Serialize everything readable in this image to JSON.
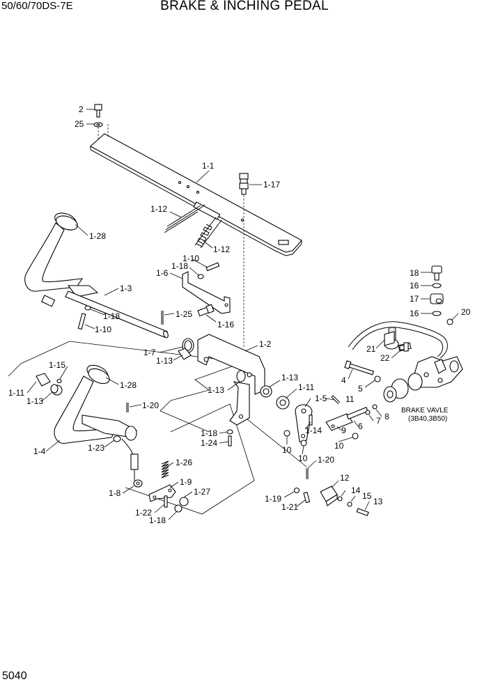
{
  "header": {
    "model": "50/60/70DS-7E",
    "title": "BRAKE & INCHING PEDAL"
  },
  "footer": {
    "page_number": "5040"
  },
  "labels": [
    {
      "id": "l2",
      "text": "2"
    },
    {
      "id": "l25",
      "text": "25"
    },
    {
      "id": "l1_1",
      "text": "1-1"
    },
    {
      "id": "l1_17",
      "text": "1-17"
    },
    {
      "id": "l1_12a",
      "text": "1-12"
    },
    {
      "id": "l1_12b",
      "text": "1-12"
    },
    {
      "id": "l1_28a",
      "text": "1-28"
    },
    {
      "id": "l1_10a",
      "text": "1-10"
    },
    {
      "id": "l1_18a",
      "text": "1-18"
    },
    {
      "id": "l1_6",
      "text": "1-6"
    },
    {
      "id": "l1_3",
      "text": "1-3"
    },
    {
      "id": "l1_25",
      "text": "1-25"
    },
    {
      "id": "l1_16",
      "text": "1-16"
    },
    {
      "id": "l1_18b",
      "text": "1-18"
    },
    {
      "id": "l1_10b",
      "text": "1-10"
    },
    {
      "id": "l1_2",
      "text": "1-2"
    },
    {
      "id": "l1_7",
      "text": "1-7"
    },
    {
      "id": "l1_13a",
      "text": "1-13"
    },
    {
      "id": "l1_15",
      "text": "1-15"
    },
    {
      "id": "l1_28b",
      "text": "1-28"
    },
    {
      "id": "l1_11a",
      "text": "1-11"
    },
    {
      "id": "l1_13b",
      "text": "1-13"
    },
    {
      "id": "l1_13c",
      "text": "1-13"
    },
    {
      "id": "l1_13d",
      "text": "1-13"
    },
    {
      "id": "l1_11b",
      "text": "1-11"
    },
    {
      "id": "l1_20a",
      "text": "1-20"
    },
    {
      "id": "l1_4",
      "text": "1-4"
    },
    {
      "id": "l1_23",
      "text": "1-23"
    },
    {
      "id": "l1_18c",
      "text": "1-18"
    },
    {
      "id": "l1_24",
      "text": "1-24"
    },
    {
      "id": "l1_5",
      "text": "1-5"
    },
    {
      "id": "l11",
      "text": "11"
    },
    {
      "id": "l1_14",
      "text": "1-14"
    },
    {
      "id": "l9",
      "text": "9"
    },
    {
      "id": "l6",
      "text": "6"
    },
    {
      "id": "l10a",
      "text": "10"
    },
    {
      "id": "l10b",
      "text": "10"
    },
    {
      "id": "l10c",
      "text": "10"
    },
    {
      "id": "l1_26",
      "text": "1-26"
    },
    {
      "id": "l1_9",
      "text": "1-9"
    },
    {
      "id": "l1_8",
      "text": "1-8"
    },
    {
      "id": "l1_27",
      "text": "1-27"
    },
    {
      "id": "l1_22",
      "text": "1-22"
    },
    {
      "id": "l1_18d",
      "text": "1-18"
    },
    {
      "id": "l1_20b",
      "text": "1-20"
    },
    {
      "id": "l12",
      "text": "12"
    },
    {
      "id": "l1_19",
      "text": "1-19"
    },
    {
      "id": "l14",
      "text": "14"
    },
    {
      "id": "l15",
      "text": "15"
    },
    {
      "id": "l13",
      "text": "13"
    },
    {
      "id": "l1_21",
      "text": "1-21"
    },
    {
      "id": "l18",
      "text": "18"
    },
    {
      "id": "l16a",
      "text": "16"
    },
    {
      "id": "l17",
      "text": "17"
    },
    {
      "id": "l16b",
      "text": "16"
    },
    {
      "id": "l20",
      "text": "20"
    },
    {
      "id": "l21",
      "text": "21"
    },
    {
      "id": "l22",
      "text": "22"
    },
    {
      "id": "l4",
      "text": "4"
    },
    {
      "id": "l5",
      "text": "5"
    },
    {
      "id": "l8",
      "text": "8"
    },
    {
      "id": "l7",
      "text": "7"
    }
  ],
  "callouts": {
    "brake_valve_name": "BRAKE VAVLE",
    "brake_valve_models": "(3B40,3B50)"
  }
}
